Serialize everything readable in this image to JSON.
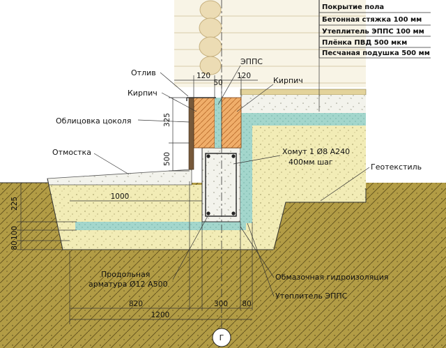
{
  "legend": {
    "items": [
      "Покрытие пола",
      "Бетонная стяжка 100 мм",
      "Утеплитель ЭППС 100 мм",
      "Плёнка ПВД 500 мкм",
      "Песчаная подушка 500 мм"
    ]
  },
  "labels": {
    "otliv": "Отлив",
    "kirpich_left": "Кирпич",
    "epps_top": "ЭППС",
    "kirpich_right": "Кирпич",
    "oblitsovka": "Облицовка цоколя",
    "otmostka": "Отмостка",
    "khomut_line1": "Хомут 1 Ø8 А240",
    "khomut_line2": "400мм шаг",
    "geotekstil": "Геотекстиль",
    "prodolnaya_line1": "Продольная",
    "prodolnaya_line2": "арматура Ø12 А500",
    "obmazochnaya": "Обмазочная гидроизоляция",
    "uteplitel_bottom": "Утеплитель ЭППС",
    "axis": "Г"
  },
  "dimensions": {
    "top_120_left": "120",
    "top_50": "50",
    "top_120_right": "120",
    "v_325": "325",
    "v_500": "500",
    "h_1000": "1000",
    "v_225": "225",
    "v_100": "100",
    "v_80": "80",
    "b_820": "820",
    "b_300": "300",
    "b_80": "80",
    "b_1200": "1200"
  },
  "colors": {
    "sand": "#f1ecb2",
    "sand_dark": "#ece59a",
    "concrete": "#f4f4ee",
    "epps": "#9fd3cb",
    "brick": "#f0ae6a",
    "soil": "#b39a42",
    "wall": "#f7f3e6",
    "floor_board": "#e6d9a6"
  }
}
